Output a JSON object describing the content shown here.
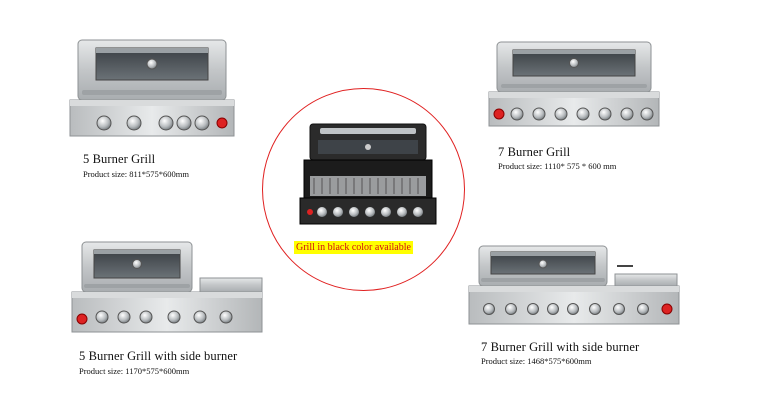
{
  "products": [
    {
      "title": "5 Burner Grill",
      "size": "Product size: 811*575*600mm"
    },
    {
      "title": "7 Burner Grill",
      "size": "Product size: 1110* 575 * 600 mm"
    },
    {
      "title": "5 Burner Grill with side burner",
      "size": "Product size: 1170*575*600mm"
    },
    {
      "title": "7 Burner Grill with side burner",
      "size": "Product size: 1468*575*600mm"
    }
  ],
  "black_variant": {
    "note": "Grill in black color available"
  },
  "colors": {
    "accent_red": "#e02020",
    "highlight": "#ffff00",
    "steel": "#c9ccce",
    "black_body": "#2a2a2a"
  }
}
